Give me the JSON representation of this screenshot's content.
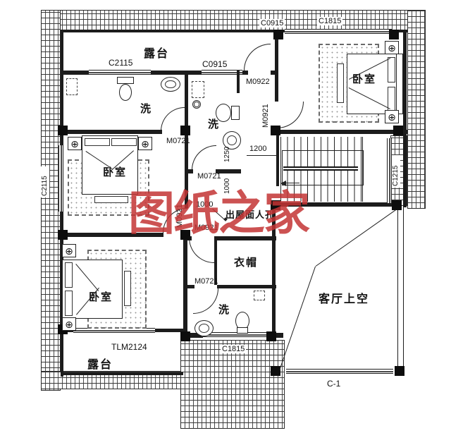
{
  "watermark": {
    "text": "图纸之家"
  },
  "colors": {
    "watermark_red": "#c43434",
    "line": "#1c1c1c"
  },
  "rooms": {
    "terrace_top": "露台",
    "terrace_bottom": "露台",
    "bedroom_top_right": "卧室",
    "bedroom_middle_left": "卧室",
    "bedroom_bottom_left": "卧室",
    "bath_top_left": "洗",
    "bath_center": "洗",
    "bath_bottom": "洗",
    "cloakroom": "衣帽",
    "living_room_void": "客厅上空",
    "roof_access_hatch": "出屋面人孔"
  },
  "openings": {
    "win_c2115_terrace": "C2115",
    "win_c0915_terrace": "C0915",
    "win_c0915_top": "C0915",
    "win_c1815_top": "C1815",
    "win_c2115_left": "C2115",
    "win_c1215_stair": "C1215",
    "door_m0922_terrace": "M0922",
    "door_m0921_bedroom": "M0921",
    "door_m0721_bath1": "M0721",
    "door_m0721_bath2": "M0721",
    "door_m0721_bath3": "M0721",
    "door_m0921_hall_a": "M0921",
    "door_m0921_hall_b": "M0921",
    "door_tlm2124_terrace": "TLM2124",
    "win_c1815_bottom": "C1815",
    "win_c1_living": "C-1"
  },
  "dimensions": {
    "d1200": "1200",
    "d1250": "1250",
    "d1000_vertical": "1000",
    "d1000_leader": "1000"
  }
}
